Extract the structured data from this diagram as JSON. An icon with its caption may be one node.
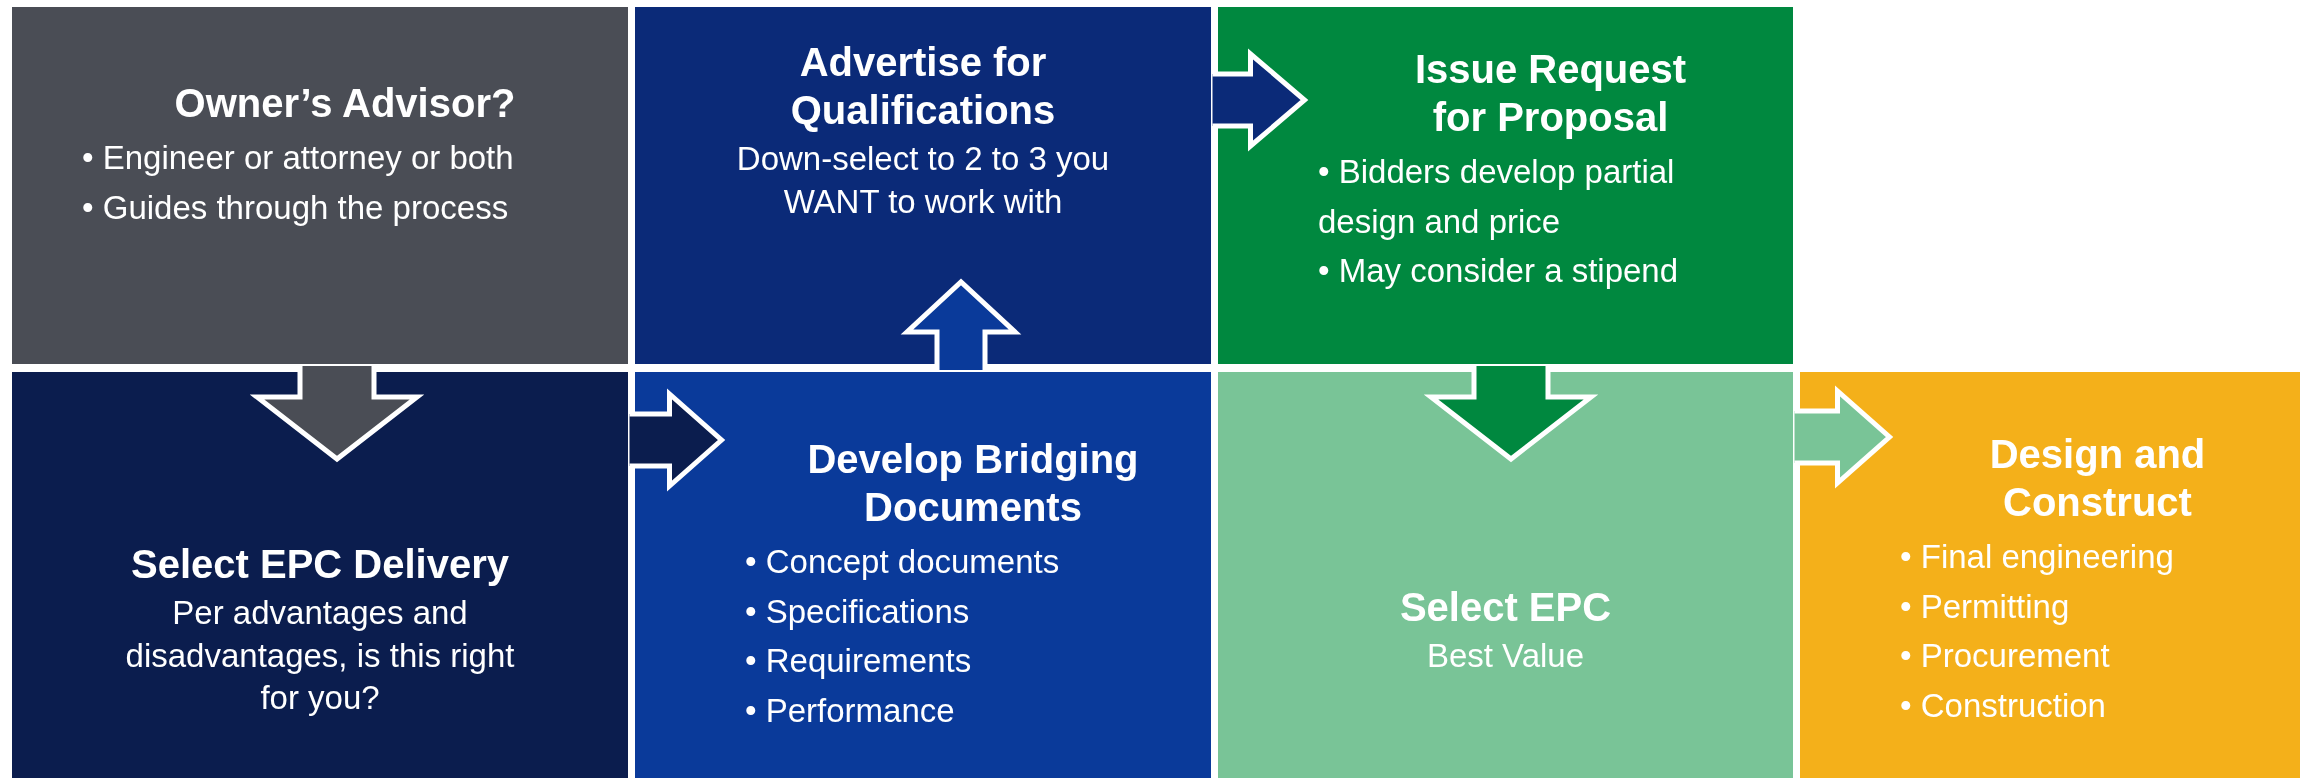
{
  "diagram": {
    "nodes": [
      {
        "text": [
          "Owner’s Advisor?",
          "• Engineer or attorney or both",
          "• Guides through the process"
        ]
      },
      {
        "text": [
          "Select EPC Delivery",
          "Per advantages and disadvantages, is this right for you?"
        ]
      },
      {
        "text": [
          "Develop Bridging Documents",
          "• Concept documents",
          "• Specifications",
          "• Requirements",
          "• Performance"
        ]
      },
      {
        "text": [
          "Advertise for Qualifications",
          "Down-select to 2 to 3 you WANT to work with"
        ]
      },
      {
        "text": [
          "Issue Request for Proposal",
          "• Bidders develop partial design and price",
          "• May consider a stipend"
        ]
      },
      {
        "text": [
          "Select EPC",
          "Best Value"
        ]
      },
      {
        "text": [
          "Design and Construct",
          "• Final engineering",
          "• Permitting",
          "• Procurement",
          "• Construction"
        ]
      }
    ],
    "edges": [
      {
        "from": 0,
        "to": 1,
        "arrow": "to"
      },
      {
        "from": 1,
        "to": 2,
        "arrow": "to"
      },
      {
        "from": 2,
        "to": 3,
        "arrow": "to"
      },
      {
        "from": 3,
        "to": 4,
        "arrow": "to"
      },
      {
        "from": 4,
        "to": 5,
        "arrow": "to"
      },
      {
        "from": 5,
        "to": 6,
        "arrow": "to"
      }
    ]
  }
}
